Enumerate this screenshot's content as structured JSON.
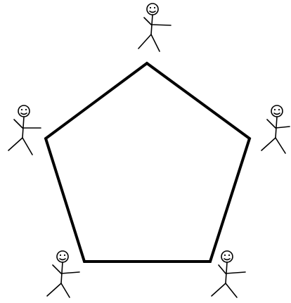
{
  "diagram": {
    "shape": "pentagon",
    "figure_count": 5,
    "figures": [
      {
        "id": "top"
      },
      {
        "id": "left"
      },
      {
        "id": "right"
      },
      {
        "id": "bottom-left"
      },
      {
        "id": "bottom-right"
      }
    ],
    "colors": {
      "stroke": "#000000",
      "background": "#ffffff"
    }
  }
}
